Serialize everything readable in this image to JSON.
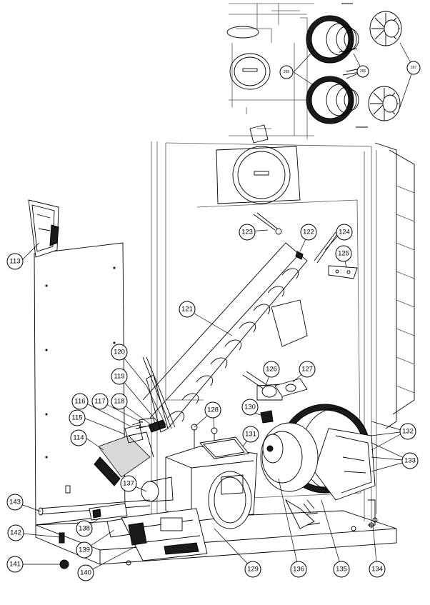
{
  "inset": {
    "labels": [
      {
        "id": "inset-label-265",
        "text": "265"
      },
      {
        "id": "inset-label-266",
        "text": "266"
      },
      {
        "id": "inset-label-267",
        "text": "267"
      }
    ]
  },
  "callouts": [
    {
      "id": "113",
      "text": "113"
    },
    {
      "id": "114",
      "text": "114"
    },
    {
      "id": "115",
      "text": "115"
    },
    {
      "id": "116",
      "text": "116"
    },
    {
      "id": "117",
      "text": "117"
    },
    {
      "id": "118",
      "text": "118"
    },
    {
      "id": "119",
      "text": "119"
    },
    {
      "id": "120",
      "text": "120"
    },
    {
      "id": "121",
      "text": "121"
    },
    {
      "id": "122",
      "text": "122"
    },
    {
      "id": "123",
      "text": "123"
    },
    {
      "id": "124",
      "text": "124"
    },
    {
      "id": "125",
      "text": "125"
    },
    {
      "id": "126",
      "text": "126"
    },
    {
      "id": "127",
      "text": "127"
    },
    {
      "id": "128",
      "text": "128"
    },
    {
      "id": "129",
      "text": "129"
    },
    {
      "id": "130",
      "text": "130"
    },
    {
      "id": "131",
      "text": "131"
    },
    {
      "id": "132",
      "text": "132"
    },
    {
      "id": "133",
      "text": "133"
    },
    {
      "id": "134",
      "text": "134"
    },
    {
      "id": "135",
      "text": "135"
    },
    {
      "id": "136",
      "text": "136"
    },
    {
      "id": "137",
      "text": "137"
    },
    {
      "id": "138",
      "text": "138"
    },
    {
      "id": "139",
      "text": "139"
    },
    {
      "id": "140",
      "text": "140"
    },
    {
      "id": "141",
      "text": "141"
    },
    {
      "id": "142",
      "text": "142"
    },
    {
      "id": "143",
      "text": "143"
    }
  ]
}
